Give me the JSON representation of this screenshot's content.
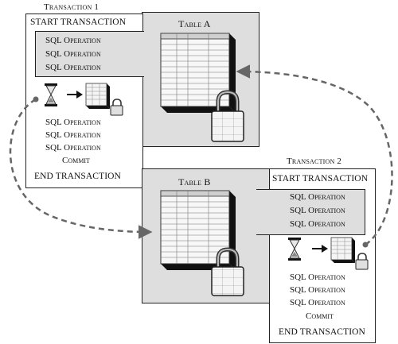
{
  "transaction1": {
    "caption": "Transaction 1",
    "start": "START TRANSACTION",
    "ops_top": [
      "SQL Operation",
      "SQL Operation",
      "SQL Operation"
    ],
    "ops_bottom": [
      "SQL Operation",
      "SQL Operation",
      "SQL Operation"
    ],
    "commit": "Commit",
    "end": "END TRANSACTION"
  },
  "transaction2": {
    "caption": "Transaction 2",
    "start": "START TRANSACTION",
    "ops_top": [
      "SQL Operation",
      "SQL Operation",
      "SQL Operation"
    ],
    "ops_bottom": [
      "SQL Operation",
      "SQL Operation",
      "SQL Operation"
    ],
    "commit": "Commit",
    "end": "END TRANSACTION"
  },
  "table_a": {
    "title": "Table A"
  },
  "table_b": {
    "title": "Table B"
  },
  "colors": {
    "panel": "#dedede",
    "stroke": "#222222",
    "arrow": "#666666"
  }
}
